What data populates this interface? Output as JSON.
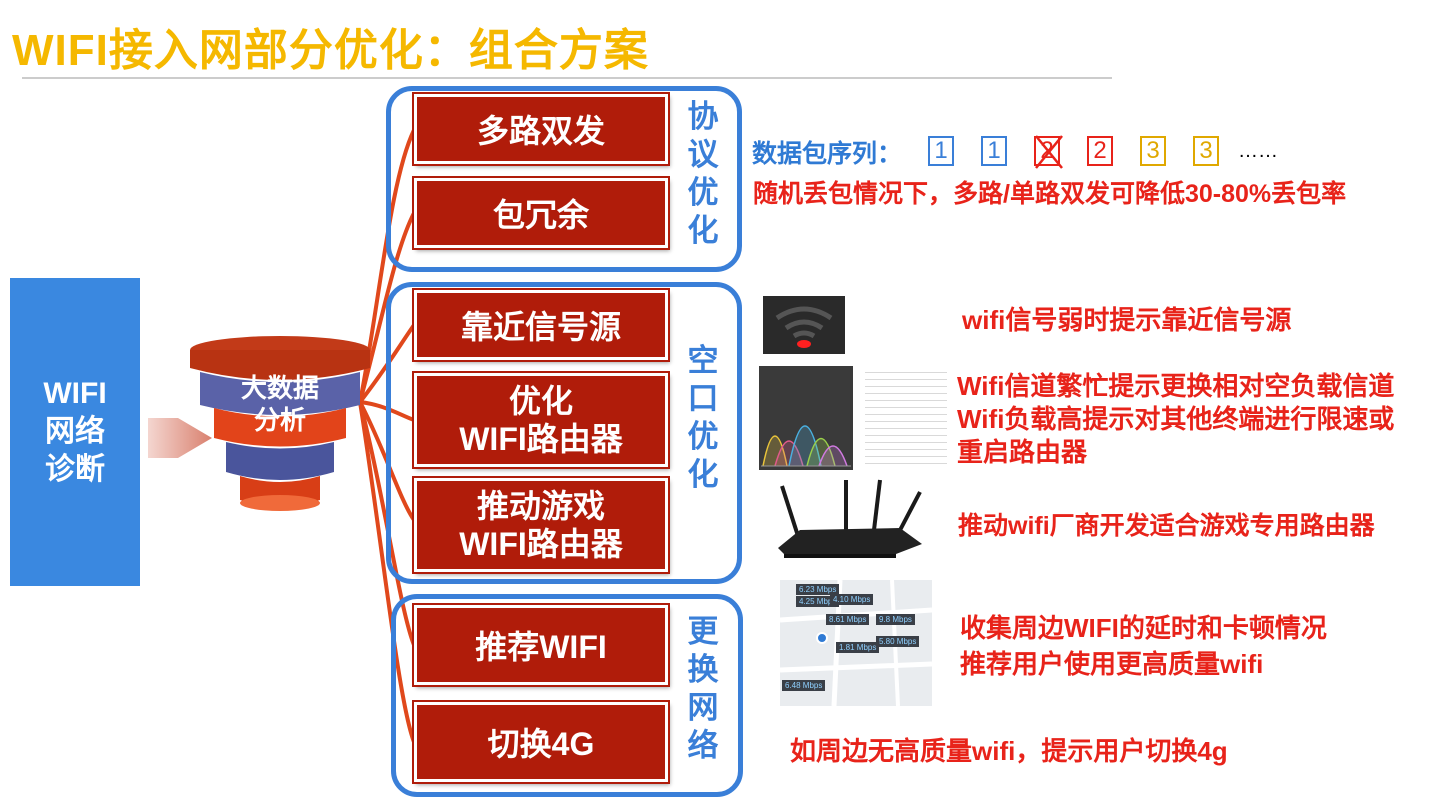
{
  "title": "WIFI接入网部分优化：组合方案",
  "diagnosis": {
    "lines": [
      "WIFI",
      "网络",
      "诊断"
    ]
  },
  "funnel_label": [
    "大数据",
    "分析"
  ],
  "groups": [
    {
      "label": "协议优化",
      "chars": [
        "协",
        "议",
        "优",
        "化"
      ],
      "items": [
        {
          "lines": [
            "多路双发"
          ]
        },
        {
          "lines": [
            "包冗余"
          ]
        }
      ]
    },
    {
      "label": "空口优化",
      "chars": [
        "空",
        "口",
        "优",
        "化"
      ],
      "items": [
        {
          "lines": [
            "靠近信号源"
          ]
        },
        {
          "lines": [
            "优化",
            "WIFI路由器"
          ]
        },
        {
          "lines": [
            "推动游戏",
            "WIFI路由器"
          ]
        }
      ]
    },
    {
      "label": "更换网络",
      "chars": [
        "更",
        "换",
        "网",
        "络"
      ],
      "items": [
        {
          "lines": [
            "推荐WIFI"
          ]
        },
        {
          "lines": [
            "切换4G"
          ]
        }
      ]
    }
  ],
  "packet_sequence": {
    "label": "数据包序列：",
    "packets": [
      {
        "text": "1",
        "color": "#3a7fd8",
        "lost": false
      },
      {
        "text": "1",
        "color": "#3a7fd8",
        "lost": false
      },
      {
        "text": "2",
        "color": "#e8231a",
        "lost": true
      },
      {
        "text": "2",
        "color": "#e8231a",
        "lost": false
      },
      {
        "text": "3",
        "color": "#e0a800",
        "lost": false
      },
      {
        "text": "3",
        "color": "#e0a800",
        "lost": false
      }
    ],
    "ellipsis": "……"
  },
  "notes": {
    "dual_send": "随机丢包情况下，多路/单路双发可降低30-80%丢包率",
    "weak_signal": "wifi信号弱时提示靠近信号源",
    "channel_busy": "Wifi信道繁忙提示更换相对空负载信道",
    "load_high_1": "Wifi负载高提示对其他终端进行限速或",
    "load_high_2": "重启路由器",
    "game_router": "推动wifi厂商开发适合游戏专用路由器",
    "collect": "收集周边WIFI的延时和卡顿情况",
    "recommend": "推荐用户使用更高质量wifi",
    "switch_4g": "如周边无高质量wifi，提示用户切换4g"
  },
  "map_labels": [
    "6.23 Mbps",
    "4.25 Mbps",
    "4.10 Mbps",
    "8.61 Mbps",
    "9.8 Mbps",
    "1.81 Mbps",
    "5.80 Mbps",
    "6.48 Mbps"
  ],
  "colors": {
    "title": "#f5b800",
    "accent_blue": "#3a7fd8",
    "box_red": "#b01c0a",
    "note_red": "#e8231a"
  }
}
